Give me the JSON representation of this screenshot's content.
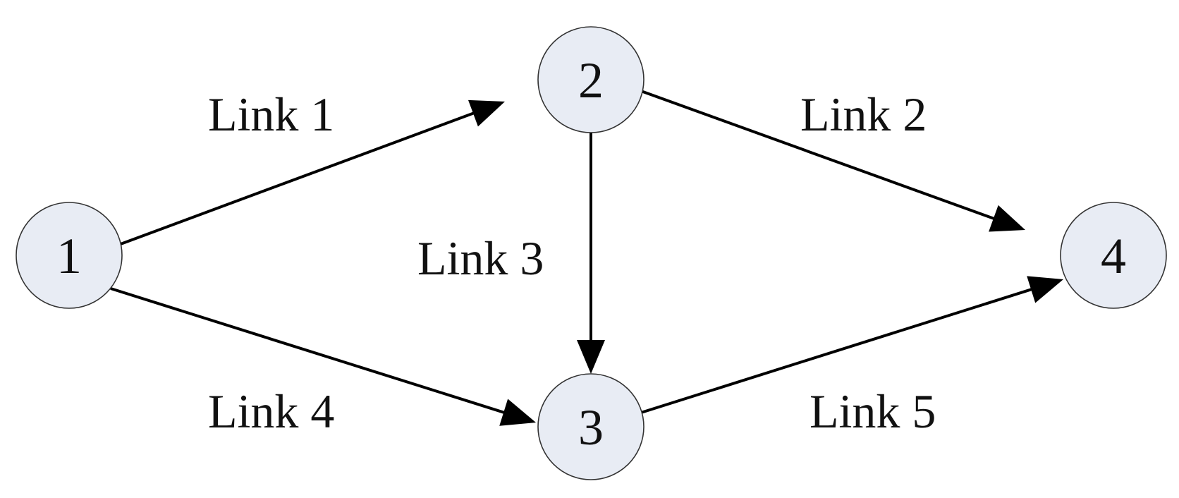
{
  "diagram": {
    "nodes": [
      {
        "id": "1",
        "label": "1"
      },
      {
        "id": "2",
        "label": "2"
      },
      {
        "id": "3",
        "label": "3"
      },
      {
        "id": "4",
        "label": "4"
      }
    ],
    "edges": [
      {
        "from": "1",
        "to": "2",
        "label": "Link 1"
      },
      {
        "from": "2",
        "to": "4",
        "label": "Link 2"
      },
      {
        "from": "2",
        "to": "3",
        "label": "Link 3"
      },
      {
        "from": "1",
        "to": "3",
        "label": "Link 4"
      },
      {
        "from": "3",
        "to": "4",
        "label": "Link 5"
      }
    ],
    "colors": {
      "node_fill": "#e8ecf4",
      "node_stroke": "#333333",
      "edge": "#000000",
      "text": "#111111"
    }
  }
}
